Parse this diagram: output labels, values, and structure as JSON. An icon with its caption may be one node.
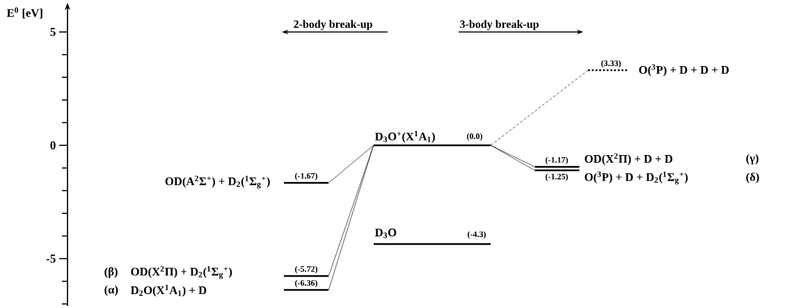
{
  "diagram": {
    "nodes": [
      {
        "text": [
          "D$_{3}$O$^{+}$(X$^{1}$A$_{1}$)",
          "(0.0)"
        ]
      },
      {
        "text": [
          "OD(A$^{2}$Σ$^{+}$) + D$_{2}$($^{1}$Σ$_{g}$$^{+}$)",
          "(-1.67)"
        ]
      },
      {
        "text": [
          "(-5.72)"
        ]
      },
      {
        "text": [
          "(-6.36)"
        ]
      },
      {
        "text": [
          "(3.33)",
          "O($^{3}$P) + D + D + D"
        ]
      },
      {
        "text": [
          "(-1.17)",
          "OD(X$^{2}$Π) + D + D"
        ]
      },
      {
        "text": [
          "(-1.25)",
          "O($^{3}$P) + D + D$_{2}$($^{1}$Σ$_{g}$$^{+}$)"
        ]
      },
      {
        "text": [
          "D$_{3}$O",
          "(-4.3)"
        ]
      }
    ],
    "edges": [
      {
        "from": 0,
        "to": 1,
        "arrow": "none"
      },
      {
        "from": 0,
        "to": 2,
        "arrow": "none"
      },
      {
        "from": 0,
        "to": 3,
        "arrow": "none"
      },
      {
        "from": 0,
        "to": 4,
        "arrow": "none",
        "style": "dashed"
      },
      {
        "from": 0,
        "to": 5,
        "arrow": "none"
      },
      {
        "from": 0,
        "to": 6,
        "arrow": "none"
      }
    ],
    "labels": [
      "E$^{0}$ [eV]",
      "5",
      "0",
      "-5",
      "2-body break-up",
      "3-body break-up",
      "(γ)",
      "(δ)",
      "(β)",
      "OD(X$^{2}$Π) + D$_{2}$($^{1}$Σ$_{g}$$^{+}$)",
      "(α)",
      "D$_{2}$O(X$^{1}$A$_{1}$) + D"
    ]
  }
}
